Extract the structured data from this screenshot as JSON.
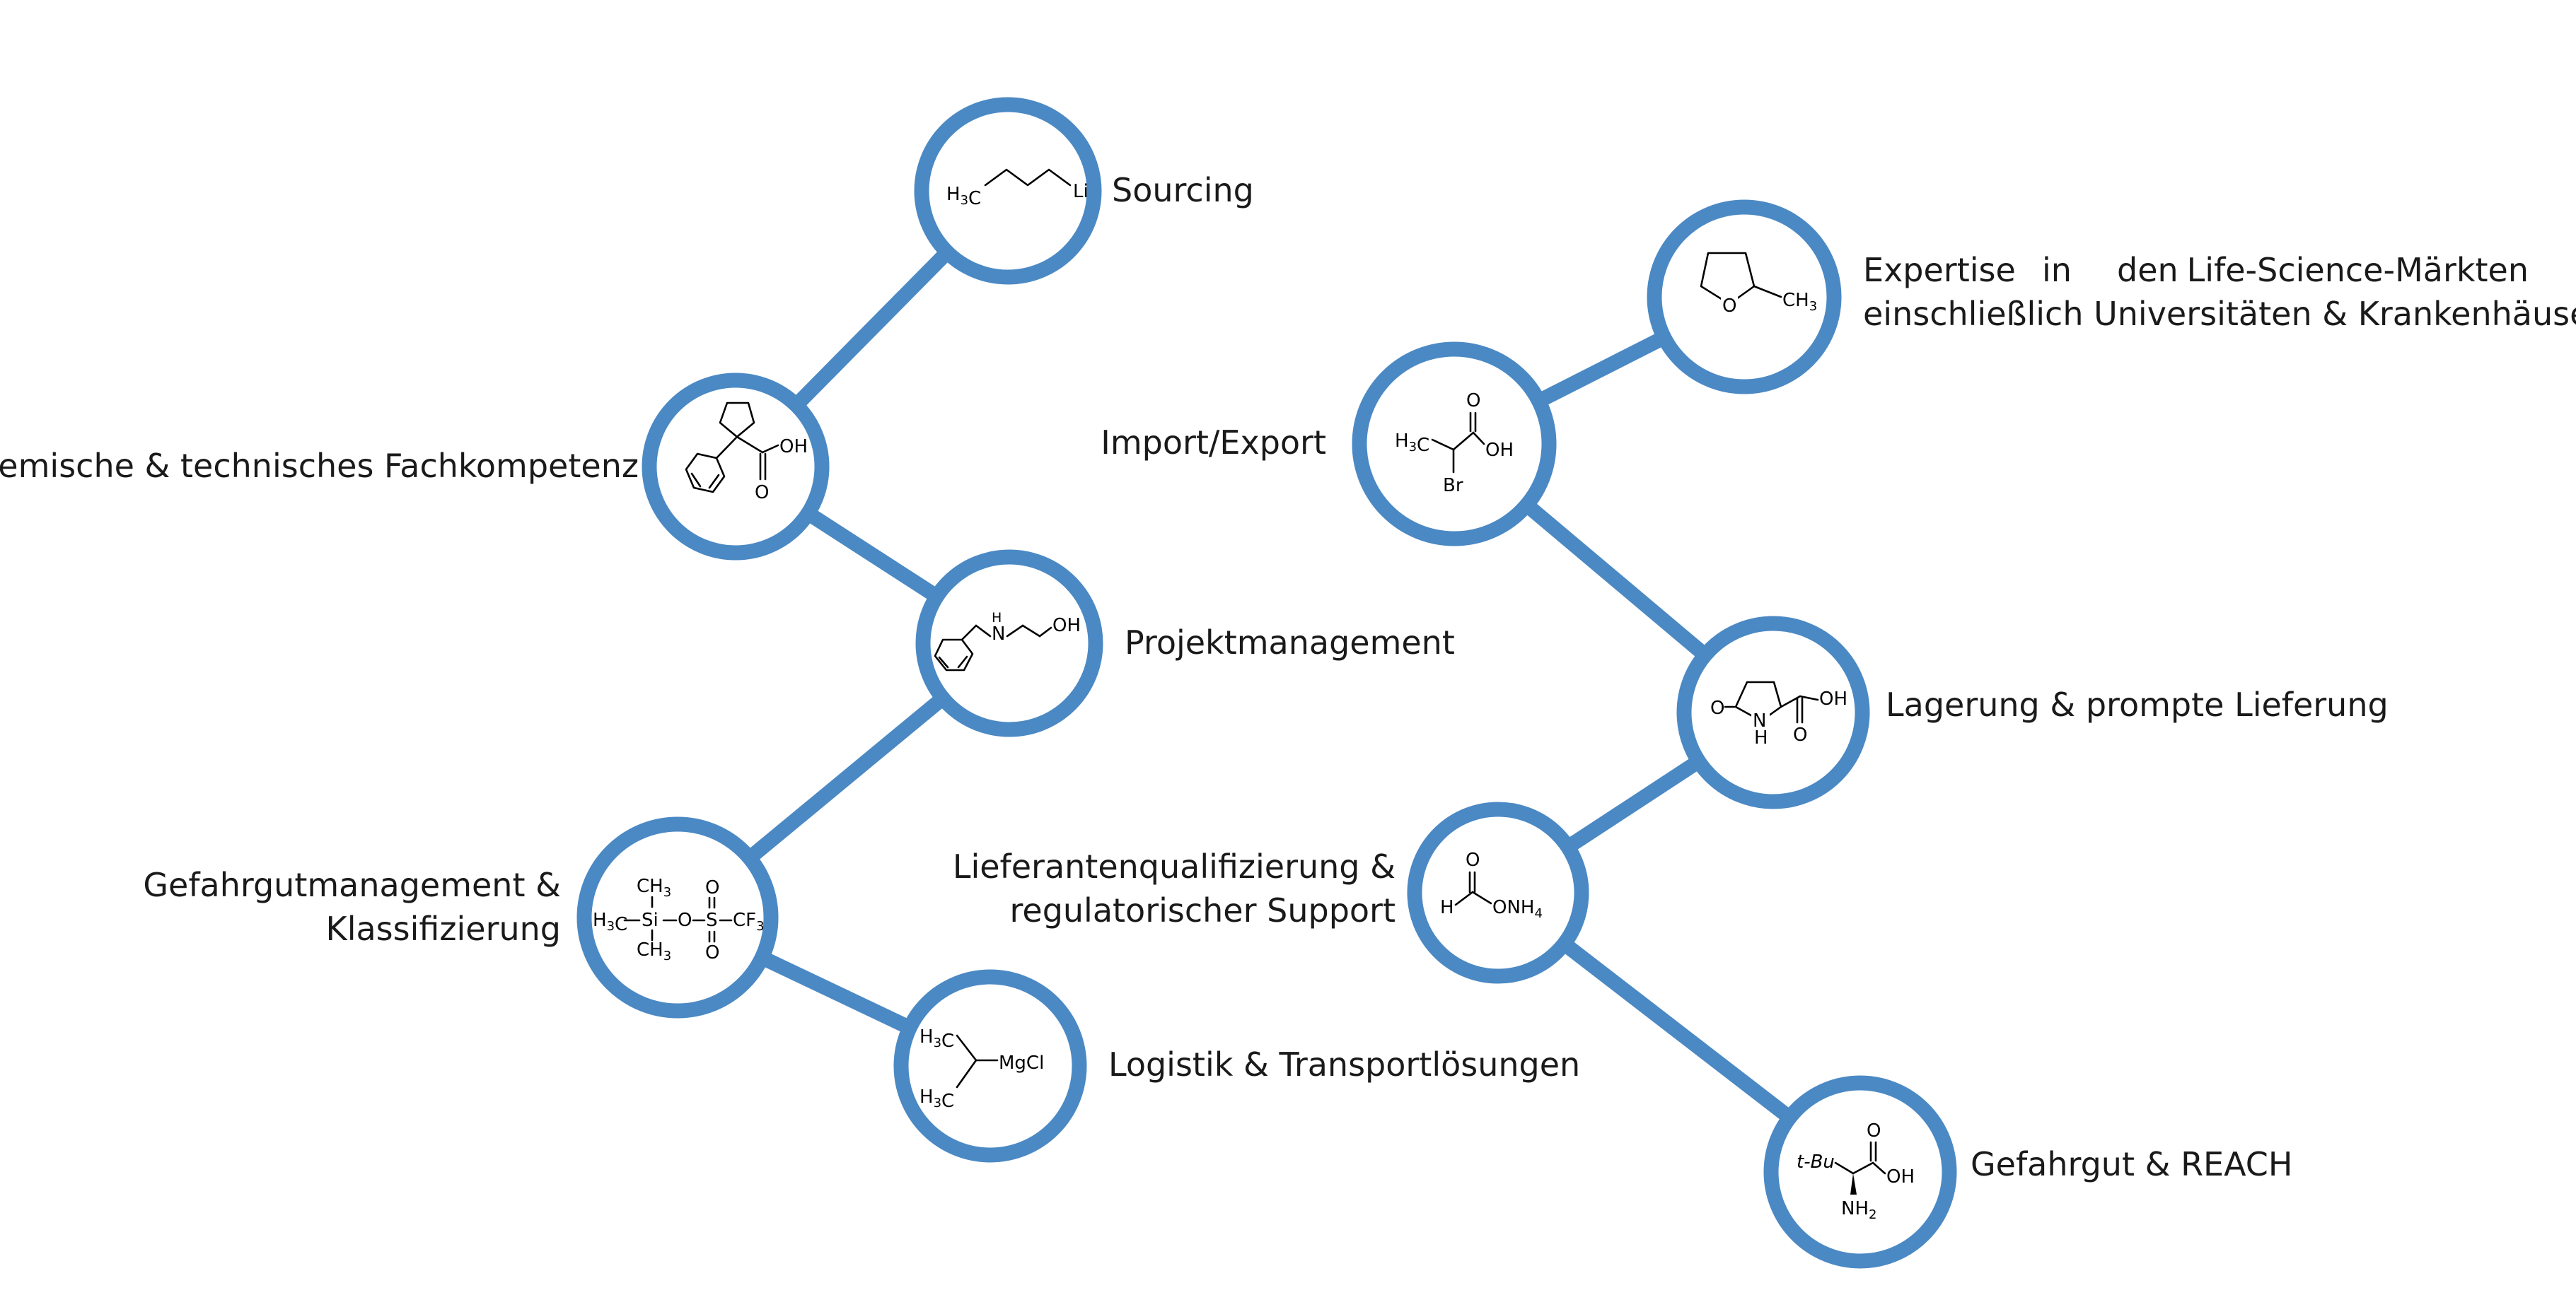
{
  "colors": {
    "accent": "#4b89c4",
    "text": "#1a1a1a",
    "background": "#ffffff"
  },
  "nodes": {
    "sourcing": {
      "label": "Sourcing",
      "formula": [
        "H3C",
        "Li"
      ]
    },
    "fachkompetenz": {
      "label": "Chemische & technisches Fachkompetenz",
      "formula": [
        "OH",
        "O"
      ]
    },
    "projektmanagement": {
      "label": "Projektmanagement",
      "formula": [
        "H",
        "N",
        "OH"
      ]
    },
    "gefahrgutmanagement": {
      "label_line1": "Gefahrgutmanagement &",
      "label_line2": "Klassifizierung",
      "formula": [
        "CH3",
        "H3C",
        "Si",
        "O",
        "S",
        "CF3",
        "CH3",
        "O",
        "O"
      ]
    },
    "logistik": {
      "label": "Logistik & Transportlösungen",
      "formula": [
        "H3C",
        "MgCl",
        "H3C"
      ]
    },
    "expertise": {
      "label_line1": [
        "Expertise",
        "in",
        "den",
        "Life-Science-Märkten"
      ],
      "label_line2": "einschließlich Universitäten & Krankenhäuser",
      "formula": [
        "CH3",
        "O"
      ]
    },
    "import_export": {
      "label": "Import/Export",
      "formula": [
        "O",
        "H3C",
        "OH",
        "Br"
      ]
    },
    "lagerung": {
      "label": "Lagerung & prompte Lieferung",
      "formula": [
        "O",
        "OH",
        "N",
        "H",
        "O"
      ]
    },
    "lieferanten": {
      "label_line1": "Lieferantenqualifizierung &",
      "label_line2": "regulatorischer Support",
      "formula": [
        "O",
        "H",
        "ONH4"
      ]
    },
    "gefahrgut_reach": {
      "label": "Gefahrgut & REACH",
      "formula": [
        "O",
        "t-Bu",
        "OH",
        "NH2"
      ]
    }
  }
}
